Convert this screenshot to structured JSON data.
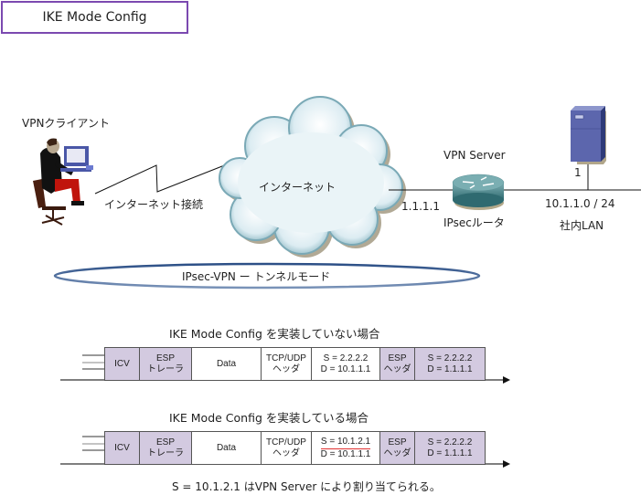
{
  "title": "IKE Mode Config",
  "network": {
    "client_label": "VPNクライアント",
    "link_label": "インターネット接続",
    "cloud_label": "インターネット",
    "router_top_label": "VPN Server",
    "router_bottom_label": "IPsecルータ",
    "router_ip": "1.1.1.1",
    "server_host_id": "1",
    "lan_subnet": "10.1.1.0 / 24",
    "lan_label": "社内LAN",
    "tunnel_label": "IPsec-VPN ー トンネルモード"
  },
  "packets": [
    {
      "title": "IKE Mode Config を実装していない場合",
      "cells": [
        {
          "line1": "ICV",
          "line2": "",
          "style": "purple"
        },
        {
          "line1": "ESP",
          "line2": "トレーラ",
          "style": "purple"
        },
        {
          "line1": "Data",
          "line2": "",
          "style": "white"
        },
        {
          "line1": "TCP/UDP",
          "line2": "ヘッダ",
          "style": "white"
        },
        {
          "line1": "S = 2.2.2.2",
          "line2": "D = 10.1.1.1",
          "style": "white"
        },
        {
          "line1": "ESP",
          "line2": "ヘッダ",
          "style": "purple"
        },
        {
          "line1": "S = 2.2.2.2",
          "line2": "D = 1.1.1.1",
          "style": "purple"
        }
      ]
    },
    {
      "title": "IKE Mode Config を実装している場合",
      "cells": [
        {
          "line1": "ICV",
          "line2": "",
          "style": "purple"
        },
        {
          "line1": "ESP",
          "line2": "トレーラ",
          "style": "purple"
        },
        {
          "line1": "Data",
          "line2": "",
          "style": "white"
        },
        {
          "line1": "TCP/UDP",
          "line2": "ヘッダ",
          "style": "white"
        },
        {
          "line1": "S = 10.1.2.1",
          "line2": "D = 10.1.1.1",
          "style": "white",
          "highlight": true
        },
        {
          "line1": "ESP",
          "line2": "ヘッダ",
          "style": "purple"
        },
        {
          "line1": "S = 2.2.2.2",
          "line2": "D = 1.1.1.1",
          "style": "purple"
        }
      ]
    }
  ],
  "footnote": "S = 10.1.2.1 はVPN Server により割り当てられる。",
  "colors": {
    "title_border": "#7b49b0",
    "cell_purple": "#d3cae0",
    "highlight_red": "#e03030",
    "cloud": "#dfeef3",
    "router": "#3f7f86",
    "server": "#5a63a8"
  }
}
